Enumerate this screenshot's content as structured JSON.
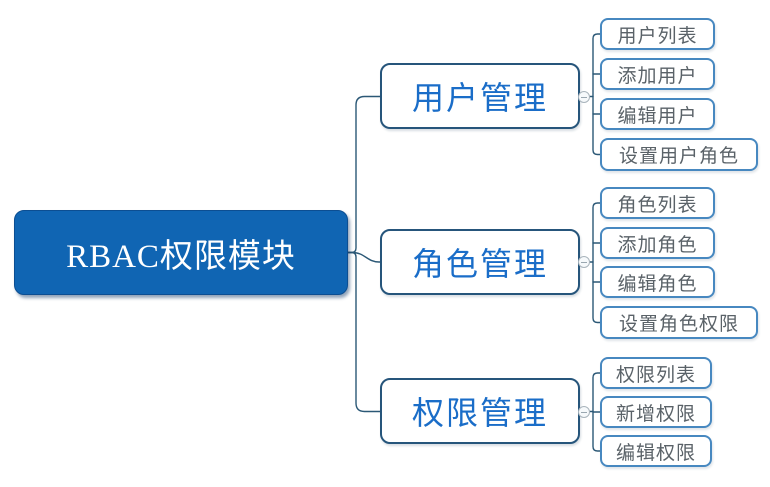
{
  "diagram": {
    "type": "mindmap",
    "root": {
      "label": "RBAC权限模块"
    },
    "branches": [
      {
        "label": "用户管理",
        "collapse_icon": "minus",
        "children": [
          "用户列表",
          "添加用户",
          "编辑用户",
          "设置用户角色"
        ]
      },
      {
        "label": "角色管理",
        "collapse_icon": "minus",
        "children": [
          "角色列表",
          "添加角色",
          "编辑角色",
          "设置角色权限"
        ]
      },
      {
        "label": "权限管理",
        "collapse_icon": "minus",
        "children": [
          "权限列表",
          "新增权限",
          "编辑权限"
        ]
      }
    ],
    "colors": {
      "root_fill": "#1065b3",
      "root_text": "#ffffff",
      "branch_border": "#26557b",
      "branch_text": "#1a6dc8",
      "leaf_border": "#4788c0",
      "leaf_text": "#5a6268",
      "connector": "#2b5876",
      "collapse_icon": "#a9b4bc"
    }
  }
}
